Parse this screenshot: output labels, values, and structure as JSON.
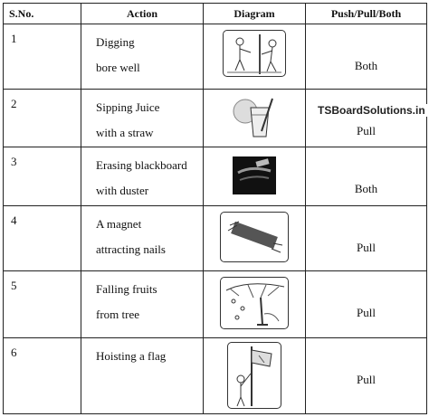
{
  "headers": {
    "sno": "S.No.",
    "action": "Action",
    "diagram": "Diagram",
    "result": "Push/Pull/Both"
  },
  "rows": [
    {
      "sno": "1",
      "action_l1": "Digging",
      "action_l2": "bore well",
      "diagram_icon": "digging-illustration",
      "result": "Both"
    },
    {
      "sno": "2",
      "action_l1": "Sipping Juice",
      "action_l2": "with a straw",
      "diagram_icon": "juice-glass-straw-illustration",
      "result": "Pull"
    },
    {
      "sno": "3",
      "action_l1": "Erasing blackboard",
      "action_l2": "with duster",
      "diagram_icon": "blackboard-duster-illustration",
      "result": "Both"
    },
    {
      "sno": "4",
      "action_l1": "A magnet",
      "action_l2": "attracting nails",
      "diagram_icon": "magnet-nails-illustration",
      "result": "Pull"
    },
    {
      "sno": "5",
      "action_l1": "Falling fruits",
      "action_l2": "from tree",
      "diagram_icon": "fruit-tree-illustration",
      "result": "Pull"
    },
    {
      "sno": "6",
      "action_l1": "Hoisting a flag",
      "action_l2": "",
      "diagram_icon": "flag-hoisting-illustration",
      "result": "Pull"
    }
  ],
  "watermark": "TSBoardSolutions.in"
}
